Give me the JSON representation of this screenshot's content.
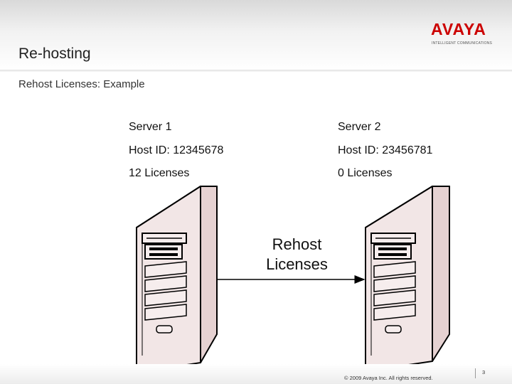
{
  "brand": {
    "logo": "AVAYA",
    "tagline": "INTELLIGENT COMMUNICATIONS",
    "accent": "#cc0000"
  },
  "slide": {
    "title": "Re-hosting",
    "subtitle": "Rehost Licenses: Example"
  },
  "server1": {
    "name": "Server 1",
    "host_id": "Host ID: 12345678",
    "licenses": "12 Licenses"
  },
  "server2": {
    "name": "Server 2",
    "host_id": "Host ID: 23456781",
    "licenses": "0 Licenses"
  },
  "arrow_label_line1": "Rehost",
  "arrow_label_line2": "Licenses",
  "footer": {
    "copyright": "© 2009 Avaya Inc. All rights reserved.",
    "page": "3"
  },
  "colors": {
    "tower_face": "#f2e6e6",
    "tower_side": "#e8d6d6",
    "outline": "#000000"
  }
}
